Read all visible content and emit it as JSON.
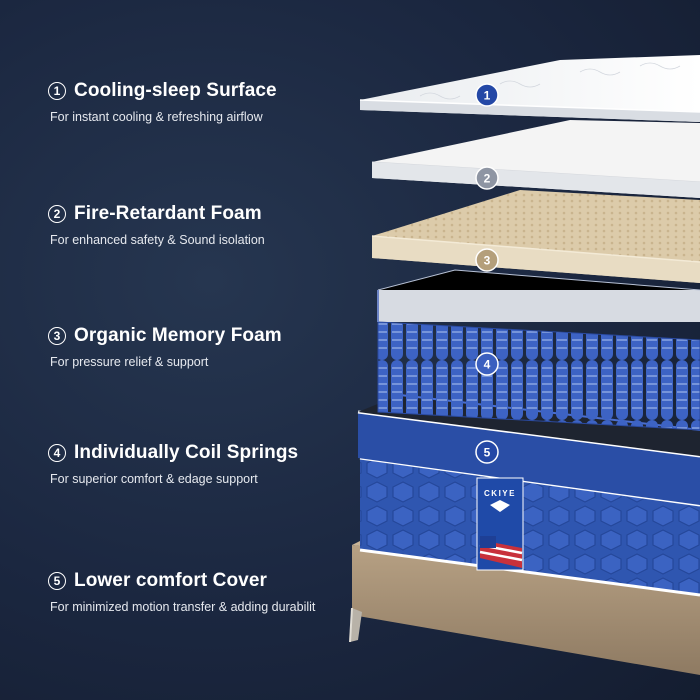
{
  "features": [
    {
      "num": "1",
      "title": "Cooling-sleep Surface",
      "desc": "For instant cooling & refreshing airflow"
    },
    {
      "num": "2",
      "title": "Fire-Retardant Foam",
      "desc": "For enhanced safety & Sound isolation"
    },
    {
      "num": "3",
      "title": "Organic Memory Foam",
      "desc": "For pressure relief & support"
    },
    {
      "num": "4",
      "title": "Individually Coil Springs",
      "desc": "For superior comfort & edage support"
    },
    {
      "num": "5",
      "title": "Lower comfort Cover",
      "desc": "For minimized motion transfer & adding durabilit"
    }
  ],
  "layer_markers": [
    "1",
    "2",
    "3",
    "4",
    "5"
  ],
  "brand": {
    "logo_text": "CKIYE"
  },
  "colors": {
    "background": "#1b2740",
    "accent_blue": "#2f56b0",
    "foam_beige": "#d9c8a8",
    "top_white": "#f2f2f2",
    "base_taupe": "#a8937a"
  }
}
